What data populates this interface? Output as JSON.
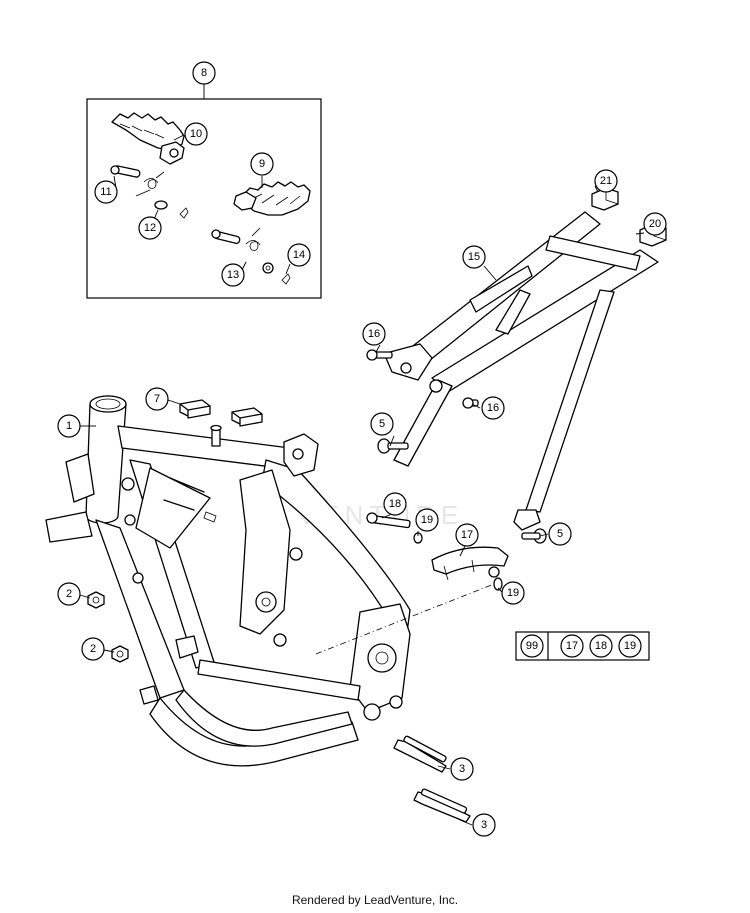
{
  "watermark": "VENTURE",
  "footer_text": "Rendered by LeadVenture, Inc.",
  "kit_box": {
    "label": "99",
    "contents": [
      "17",
      "18",
      "19"
    ]
  },
  "callouts": {
    "c1": "1",
    "c2a": "2",
    "c2b": "2",
    "c3a": "3",
    "c3b": "3",
    "c5a": "5",
    "c5b": "5",
    "c7": "7",
    "c8": "8",
    "c9": "9",
    "c10": "10",
    "c11": "11",
    "c12": "12",
    "c13": "13",
    "c14": "14",
    "c15": "15",
    "c16a": "16",
    "c16b": "16",
    "c17": "17",
    "c18": "18",
    "c19a": "19",
    "c19b": "19",
    "c20": "20",
    "c21": "21"
  }
}
